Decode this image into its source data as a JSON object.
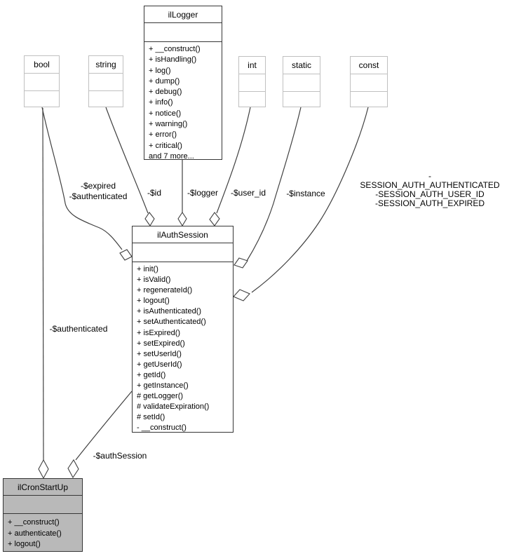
{
  "diagram_type": "uml-collaboration-diagram",
  "classes": {
    "illogger": {
      "title": "ilLogger",
      "methods": [
        "+ __construct()",
        "+ isHandling()",
        "+ log()",
        "+ dump()",
        "+ debug()",
        "+ info()",
        "+ notice()",
        "+ warning()",
        "+ error()",
        "+ critical()",
        "and 7 more..."
      ]
    },
    "ilauthsession": {
      "title": "ilAuthSession",
      "methods": [
        "+ init()",
        "+ isValid()",
        "+ regenerateId()",
        "+ logout()",
        "+ isAuthenticated()",
        "+ setAuthenticated()",
        "+ isExpired()",
        "+ setExpired()",
        "+ setUserId()",
        "+ getUserId()",
        "+ getId()",
        "+ getInstance()",
        "# getLogger()",
        "# validateExpiration()",
        "# setId()",
        "- __construct()"
      ]
    },
    "ilcronstartup": {
      "title": "ilCronStartUp",
      "methods": [
        "+ __construct()",
        "+ authenticate()",
        "+ logout()"
      ]
    },
    "bool": {
      "title": "bool"
    },
    "string": {
      "title": "string"
    },
    "int": {
      "title": "int"
    },
    "static": {
      "title": "static"
    },
    "const": {
      "title": "const"
    }
  },
  "edge_labels": {
    "expired_authenticated": "-$expired\n-$authenticated",
    "id": "-$id",
    "logger": "-$logger",
    "user_id": "-$user_id",
    "instance": "-$instance",
    "session_constants": "-SESSION_AUTH_AUTHENTICATED\n-SESSION_AUTH_USER_ID\n-SESSION_AUTH_EXPIRED",
    "authenticated": "-$authenticated",
    "auth_session": "-$authSession"
  },
  "colors": {
    "main_class_fill": "#b9b9b9",
    "class_border": "#363636",
    "ref_border": "#c0c0c0",
    "edge": "#404040",
    "background": "#ffffff"
  }
}
